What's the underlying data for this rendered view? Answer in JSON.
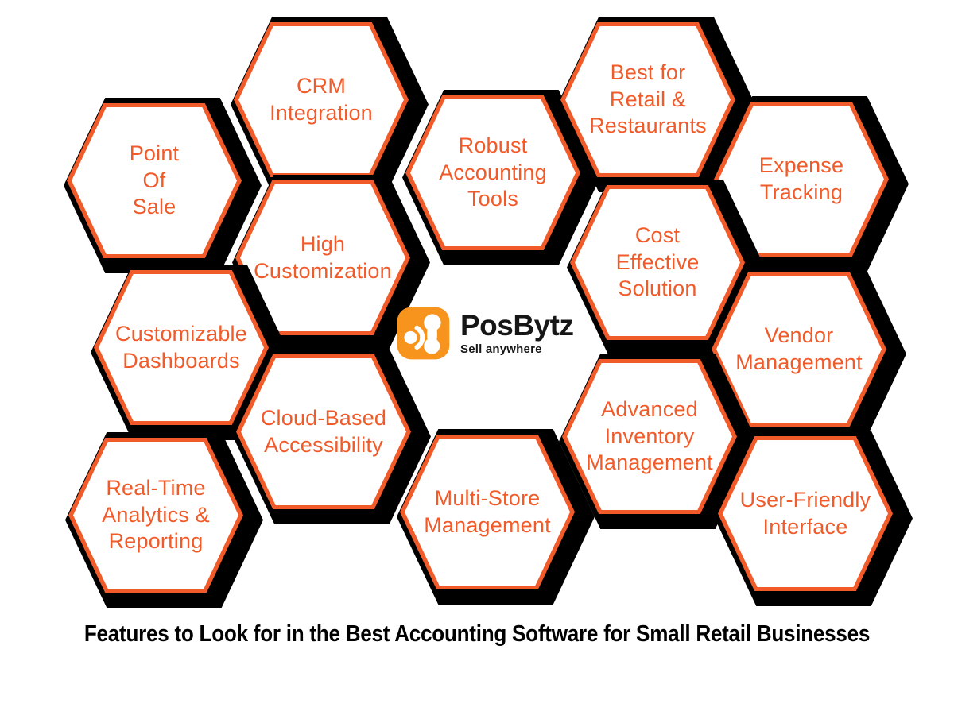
{
  "title": "Features to Look for in the Best Accounting Software for Small Retail Businesses",
  "brand": {
    "name": "PosBytz",
    "tagline": "Sell anywhere",
    "icon": "posbytz-soundwave-icon",
    "icon_color": "#F7941E",
    "text_color": "#161616"
  },
  "colors": {
    "accent_orange": "#F15A29",
    "shadow_black": "#000000",
    "background": "#FFFFFF"
  },
  "hexagons": [
    {
      "id": "point-of-sale",
      "label": "Point\nOf\nSale"
    },
    {
      "id": "crm-integration",
      "label": "CRM\nIntegration"
    },
    {
      "id": "robust-accounting-tools",
      "label": "Robust\nAccounting\nTools"
    },
    {
      "id": "best-for-retail-restaurants",
      "label": "Best for\nRetail &\nRestaurants"
    },
    {
      "id": "expense-tracking",
      "label": "Expense\nTracking"
    },
    {
      "id": "high-customization",
      "label": "High\nCustomization"
    },
    {
      "id": "cost-effective-solution",
      "label": "Cost\nEffective\nSolution"
    },
    {
      "id": "customizable-dashboards",
      "label": "Customizable\nDashboards"
    },
    {
      "id": "vendor-management",
      "label": "Vendor\nManagement"
    },
    {
      "id": "cloud-based-accessibility",
      "label": "Cloud-Based\nAccessibility"
    },
    {
      "id": "advanced-inventory-management",
      "label": "Advanced\nInventory\nManagement"
    },
    {
      "id": "real-time-analytics-reporting",
      "label": "Real-Time\nAnalytics &\nReporting"
    },
    {
      "id": "multi-store-management",
      "label": "Multi-Store\nManagement"
    },
    {
      "id": "user-friendly-interface",
      "label": "User-Friendly\nInterface"
    }
  ]
}
